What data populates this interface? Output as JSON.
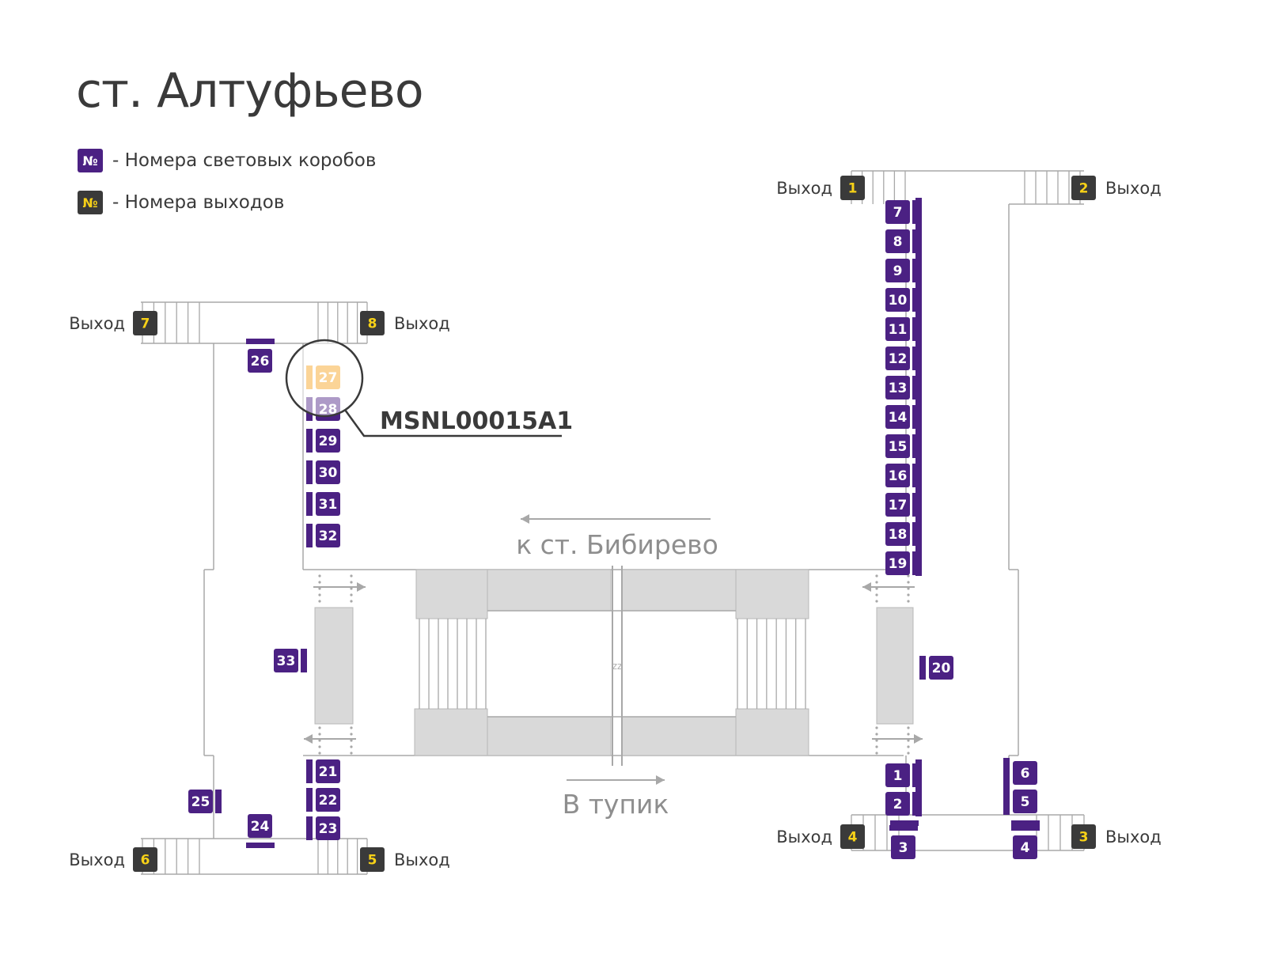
{
  "title": "ст. Алтуфьево",
  "legend": [
    {
      "chip": "№",
      "text": "- Номера световых коробов",
      "color": "#4b2183",
      "chip_text_color": "#ffffff"
    },
    {
      "chip": "№",
      "text": "- Номера выходов",
      "color": "#3a3a3a",
      "chip_text_color": "#f7d117"
    }
  ],
  "colors": {
    "lightbox": "#4b2183",
    "exit": "#3a3a3a",
    "exit_number": "#f7d117",
    "highlight": "#f5a01a",
    "structure": "#d9d9d9",
    "line": "#9a9a9a",
    "callout": "#3a3a3a"
  },
  "exit_label": "Выход",
  "exits": [
    "1",
    "2",
    "3",
    "4",
    "5",
    "6",
    "7",
    "8"
  ],
  "lightboxes": [
    "7",
    "8",
    "9",
    "10",
    "11",
    "12",
    "13",
    "14",
    "15",
    "16",
    "17",
    "18",
    "19",
    "20",
    "26",
    "27",
    "28",
    "29",
    "30",
    "31",
    "32",
    "33",
    "21",
    "22",
    "23",
    "24",
    "25",
    "1",
    "2",
    "3",
    "6",
    "5",
    "4"
  ],
  "highlighted_lightbox": "27",
  "callout_code": "MSNL00015A1",
  "directions": [
    {
      "text": "к ст. Бибирево",
      "arrow": "left"
    },
    {
      "text": "В тупик",
      "arrow": "right"
    }
  ]
}
